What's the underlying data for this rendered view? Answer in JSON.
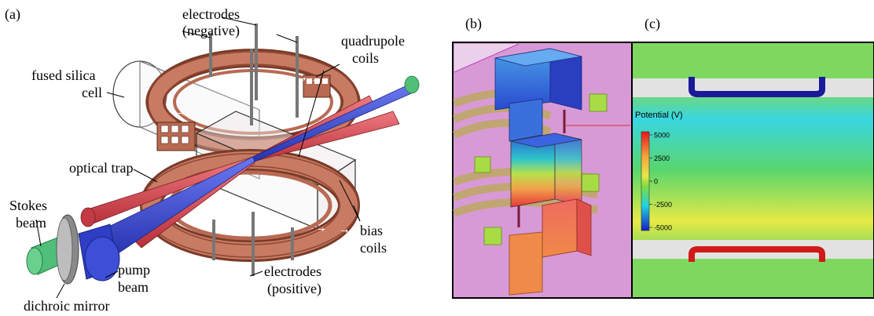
{
  "panels": {
    "a": "(a)",
    "b": "(b)",
    "c": "(c)"
  },
  "labels": {
    "electrodes_neg_1": "electrodes",
    "electrodes_neg_2": "(negative)",
    "quadrupole_1": "quadrupole",
    "quadrupole_2": "coils",
    "fused_1": "fused silica",
    "fused_2": "cell",
    "optical_trap": "optical trap",
    "stokes_1": "Stokes",
    "stokes_2": "beam",
    "pump_1": "pump",
    "pump_2": "beam",
    "dichroic": "dichroic mirror",
    "electrodes_pos_1": "electrodes",
    "electrodes_pos_2": "(positive)",
    "bias_1": "bias",
    "bias_2": "coils"
  },
  "colorbar": {
    "title": "Potential (V)",
    "ticks": [
      "5000",
      "2500",
      "0",
      "-2500",
      "-5000"
    ],
    "min": -5000,
    "max": 5000
  },
  "colors": {
    "coil": "#b86a52",
    "coil_dark": "#7a3a28",
    "beam_red": "#d9505a",
    "beam_blue": "#3d4fd6",
    "beam_green": "#4fbf7a",
    "panel_b_bg": "#d89ad6",
    "panel_c_bg": "#7ed860"
  }
}
